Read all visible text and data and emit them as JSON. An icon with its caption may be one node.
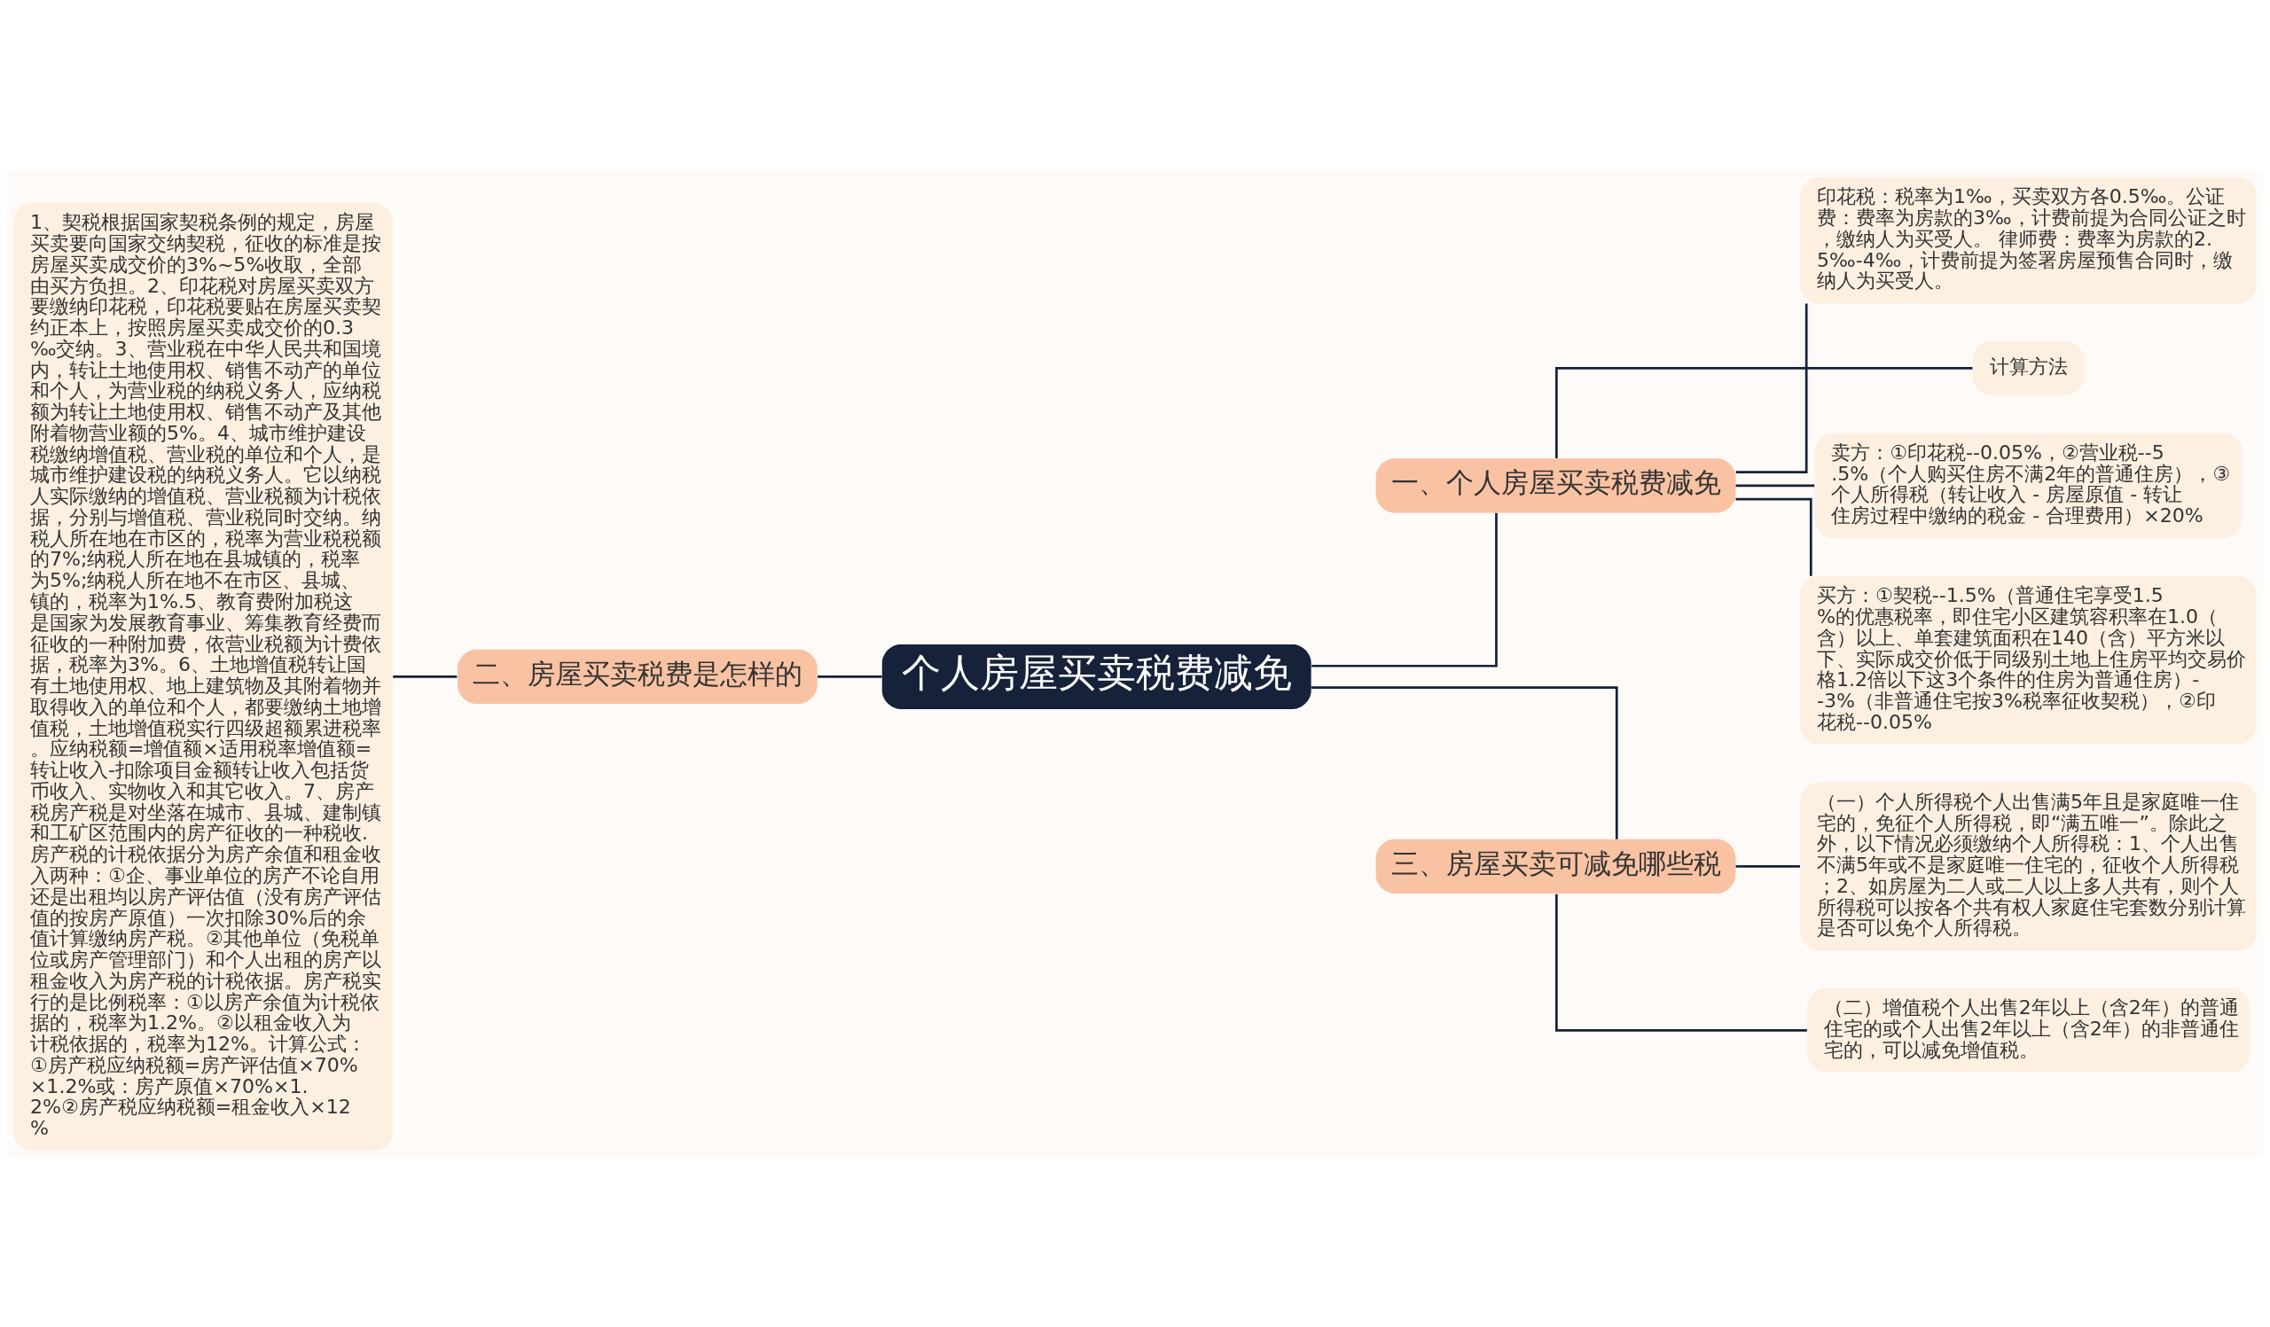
{
  "diagram": {
    "nodes": [
      {
        "text": [
          "个人房屋买卖税费减免"
        ]
      },
      {
        "text": [
          "一、个人房屋买卖税费减免"
        ]
      },
      {
        "text": [
          "印花税：税率为1‰，买卖双方各0.5‰。公证费：费率为房款的3‰，计费前提为合同公证之时，缴纳人为买受人。 律师费：费率为房款的2.5‰-4‰，计费前提为签署房屋预售合同时，缴纳人为买受人。"
        ]
      },
      {
        "text": [
          "计算方法"
        ]
      },
      {
        "text": [
          "卖方：①印花税--0.05%，②营业税--5.5%（个人购买住房不满2年的普通住房），③个人所得税（转让收入 - 房屋原值 - 转让住房过程中缴纳的税金 - 合理费用）×20%"
        ]
      },
      {
        "text": [
          "买方：①契税--1.5%（普通住宅享受1.5%的优惠税率，即住宅小区建筑容积率在1.0（含）以上、单套建筑面积在140（含）平方米以下、实际成交价低于同级别土地上住房平均交易价格1.2倍以下这3个条件的住房为普通住房）--3%（非普通住宅按3%税率征收契税），②印花税--0.05%"
        ]
      },
      {
        "text": [
          "二、房屋买卖税费是怎样的"
        ]
      },
      {
        "text": [
          "1、契税根据国家契税条例的规定，房屋买卖要向国家交纳契税，征收的标准是按房屋买卖成交价的3%~5%收取，全部由买方负担。2、印花税对房屋买卖双方要缴纳印花税，印花税要贴在房屋买卖契约正本上，按照房屋买卖成交价的0.3‰交纳。3、营业税在中华人民共和国境内，转让土地使用权、销售不动产的单位和个人，为营业税的纳税义务人，应纳税额为转让土地使用权、销售不动产及其他附着物营业额的5%。4、城市维护建设税缴纳增值税、营业税的单位和个人，是城市维护建设税的纳税义务人。它以纳税人实际缴纳的增值税、营业税额为计税依据，分别与增值税、营业税同时交纳。纳税人所在地在市区的，税率为营业税税额的7%;纳税人所在地在县城镇的，税率为5%;纳税人所在地不在市区、县城、镇的，税率为1%.5、教育费附加税这是国家为发展教育事业、筹集教育经费而征收的一种附加费，依营业税额为计费依据，税率为3%。6、土地增值税转让国有土地使用权、地上建筑物及其附着物并取得收入的单位和个人，都要缴纳土地增值税，土地增值税实行四级超额累进税率。应纳税额=增值额×适用税率增值额=转让收入-扣除项目金额转让收入包括货币收入、实物收入和其它收入。7、房产税房产税是对坐落在城市、县城、建制镇和工矿区范围内的房产征收的一种税收.房产税的计税依据分为房产余值和租金收入两种：①企、事业单位的房产不论自用还是出租均以房产评估值（没有房产评估值的按房产原值）一次扣除30%后的余值计算缴纳房产税。②其他单位（免税单位或房产管理部门）和个人出租的房产以租金收入为房产税的计税依据。房产税实行的是比例税率：①以房产余值为计税依据的，税率为1.2%。②以租金收入为计税依据的，税率为12%。计算公式：①房产税应纳税额=房产评估值×70%×1.2%或：房产原值×70%×1.2%②房产税应纳税额=租金收入×12%"
        ]
      },
      {
        "text": [
          "三、房屋买卖可减免哪些税"
        ]
      },
      {
        "text": [
          "（一）个人所得税个人出售满5年且是家庭唯一住宅的，免征个人所得税，即“满五唯一”。除此之外，以下情况必须缴纳个人所得税：1、个人出售不满5年或不是家庭唯一住宅的，征收个人所得税；2、如房屋为二人或二人以上多人共有，则个人所得税可以按各个共有权人家庭住宅套数分别计算是否可以免个人所得税。"
        ]
      },
      {
        "text": [
          "（二）增值税个人出售2年以上（含2年）的普通住宅的或个人出售2年以上（含2年）的非普通住宅的，可以减免增值税。"
        ]
      }
    ],
    "edges": [
      {
        "from": 0,
        "to": 1,
        "arrow": "none"
      },
      {
        "from": 1,
        "to": 2,
        "arrow": "none"
      },
      {
        "from": 1,
        "to": 3,
        "arrow": "none"
      },
      {
        "from": 1,
        "to": 4,
        "arrow": "none"
      },
      {
        "from": 1,
        "to": 5,
        "arrow": "none"
      },
      {
        "from": 0,
        "to": 6,
        "arrow": "none"
      },
      {
        "from": 6,
        "to": 7,
        "arrow": "none"
      },
      {
        "from": 0,
        "to": 8,
        "arrow": "none"
      },
      {
        "from": 8,
        "to": 9,
        "arrow": "none"
      },
      {
        "from": 8,
        "to": 10,
        "arrow": "none"
      }
    ]
  }
}
